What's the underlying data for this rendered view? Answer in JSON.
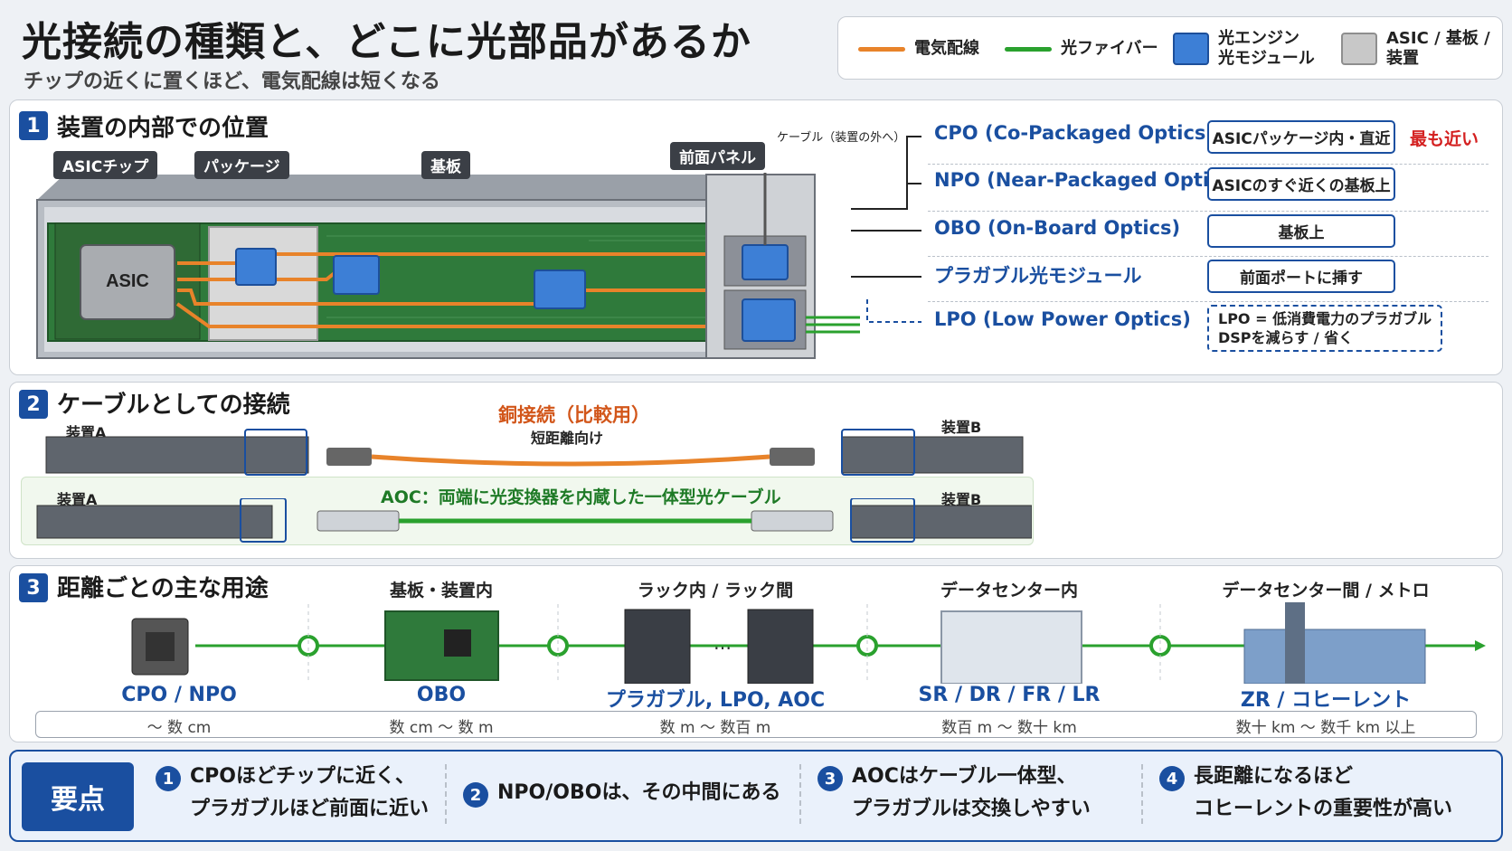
{
  "header": {
    "title": "光接続の種類と、どこに光部品があるか",
    "subtitle": "チップの近くに置くほど、電気配線は短くなる"
  },
  "legend": {
    "electrical": "電気配線",
    "fiber": "光ファイバー",
    "optical_engine": "光エンジン\n光モジュール",
    "asic_board": "ASIC / 基板 /\n装置",
    "colors": {
      "electrical": "#e8832a",
      "fiber": "#2aa12e",
      "optical_engine": "#3d7fd6",
      "asic_board": "#c8c8c8"
    }
  },
  "section1": {
    "num": "1",
    "title": "装置の内部での位置",
    "labels": {
      "asic_chip": "ASICチップ",
      "package": "パッケージ",
      "board": "基板",
      "front_panel": "前面パネル",
      "cable": "ケーブル（装置の外へ）",
      "asic": "ASIC"
    },
    "options": [
      {
        "name": "CPO (Co-Packaged Optics)",
        "place": "ASICパッケージ内・直近",
        "note": "最も近い"
      },
      {
        "name": "NPO (Near-Packaged Optics)",
        "place": "ASICのすぐ近くの基板上",
        "note": ""
      },
      {
        "name": "OBO (On-Board Optics)",
        "place": "基板上",
        "note": ""
      },
      {
        "name": "プラガブル光モジュール",
        "place": "前面ポートに挿す",
        "note": ""
      },
      {
        "name": "LPO (Low Power Optics)",
        "place": "LPO = 低消費電力のプラガブル\nDSPを減らす / 省く",
        "note": ""
      }
    ]
  },
  "section2": {
    "num": "2",
    "title": "ケーブルとしての接続",
    "copper_title": "銅接続（比較用）",
    "copper_sub": "短距離向け",
    "device_a": "装置A",
    "device_b": "装置B",
    "aoc_caption": "AOC：両端に光変換器を内蔵した一体型光ケーブル"
  },
  "section3": {
    "num": "3",
    "title": "距離ごとの主な用途",
    "columns": [
      {
        "title": "",
        "options": "CPO / NPO",
        "range": "～ 数 cm"
      },
      {
        "title": "基板・装置内",
        "options": "OBO",
        "range": "数 cm ～ 数 m"
      },
      {
        "title": "ラック内 / ラック間",
        "options": "プラガブル, LPO, AOC",
        "range": "数 m ～ 数百 m"
      },
      {
        "title": "データセンター内",
        "options": "SR / DR / FR / LR",
        "range": "数百 m ～ 数十 km"
      },
      {
        "title": "データセンター間 / メトロ",
        "options": "ZR / コヒーレント",
        "range": "数十 km ～ 数千 km 以上"
      }
    ]
  },
  "key_points": {
    "label": "要点",
    "items": [
      {
        "num": "1",
        "text": "CPOほどチップに近く、\nプラガブルほど前面に近い"
      },
      {
        "num": "2",
        "text": "NPO/OBOは、その中間にある"
      },
      {
        "num": "3",
        "text": "AOCはケーブル一体型、\nプラガブルは交換しやすい"
      },
      {
        "num": "4",
        "text": "長距離になるほど\nコヒーレントの重要性が高い"
      }
    ]
  }
}
